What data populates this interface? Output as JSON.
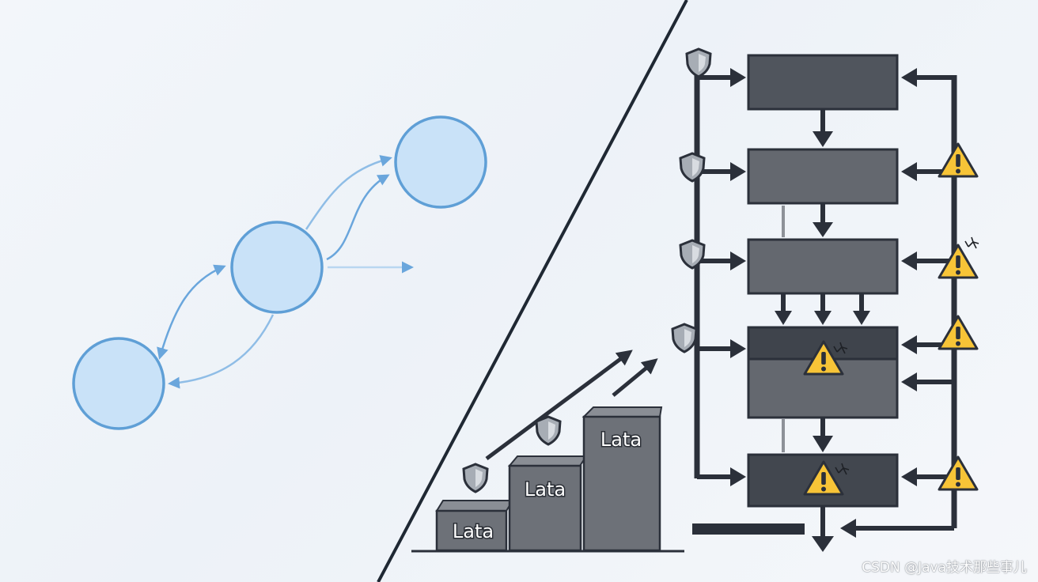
{
  "steps": {
    "labels": [
      "Lata",
      "Lata",
      "Lata"
    ]
  },
  "watermark": {
    "text": "CSDN @Java技术那些事儿"
  },
  "colors": {
    "node_fill": "#c9e2f8",
    "node_stroke": "#5f9fd6",
    "line_dark": "#2b303a",
    "block_dark": "#3f444c",
    "block_mid": "#62666d",
    "warning_fill": "#f7c437",
    "shield_fill": "#a7adb5"
  },
  "icons": [
    "shield-icon",
    "warning-icon",
    "crack-icon",
    "arrow-icon"
  ]
}
